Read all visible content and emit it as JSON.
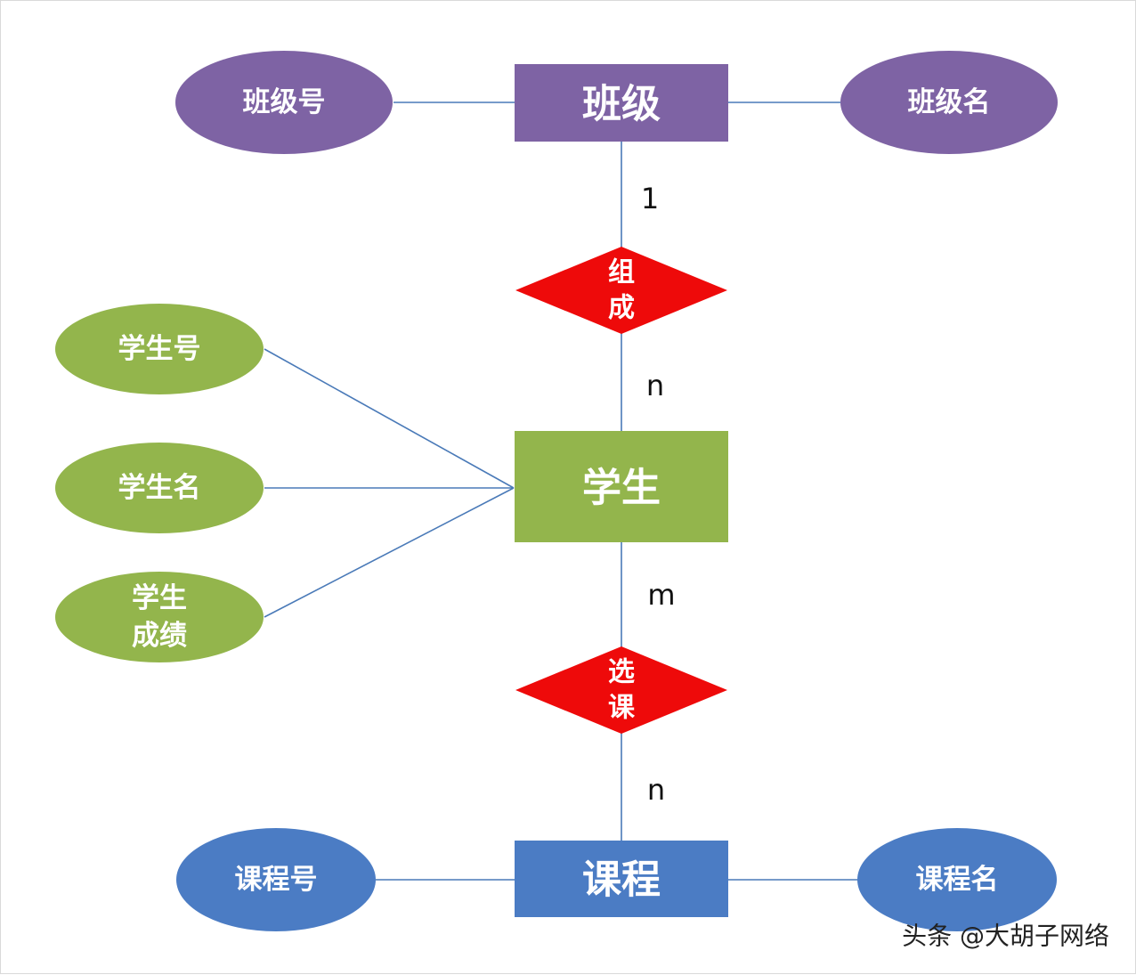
{
  "colors": {
    "class_entity": "#7e63a4",
    "student_entity": "#93b54c",
    "course_entity": "#4b7cc4",
    "relationship": "#ee0a0a",
    "connector": "#4a7ab8"
  },
  "entities": {
    "class": {
      "label": "班级"
    },
    "student": {
      "label": "学生"
    },
    "course": {
      "label": "课程"
    }
  },
  "attributes": {
    "class_no": {
      "label": "班级号"
    },
    "class_name": {
      "label": "班级名"
    },
    "student_no": {
      "label": "学生号"
    },
    "student_name": {
      "label": "学生名"
    },
    "student_score": {
      "line1": "学生",
      "line2": "成绩"
    },
    "course_no": {
      "label": "课程号"
    },
    "course_name": {
      "label": "课程名"
    }
  },
  "relationships": {
    "compose": {
      "line1": "组",
      "line2": "成"
    },
    "select": {
      "line1": "选",
      "line2": "课"
    }
  },
  "cardinalities": {
    "class_side": "1",
    "student_side_compose": "n",
    "student_side_select": "m",
    "course_side": "n"
  },
  "watermark": "头条 @大胡子网络"
}
